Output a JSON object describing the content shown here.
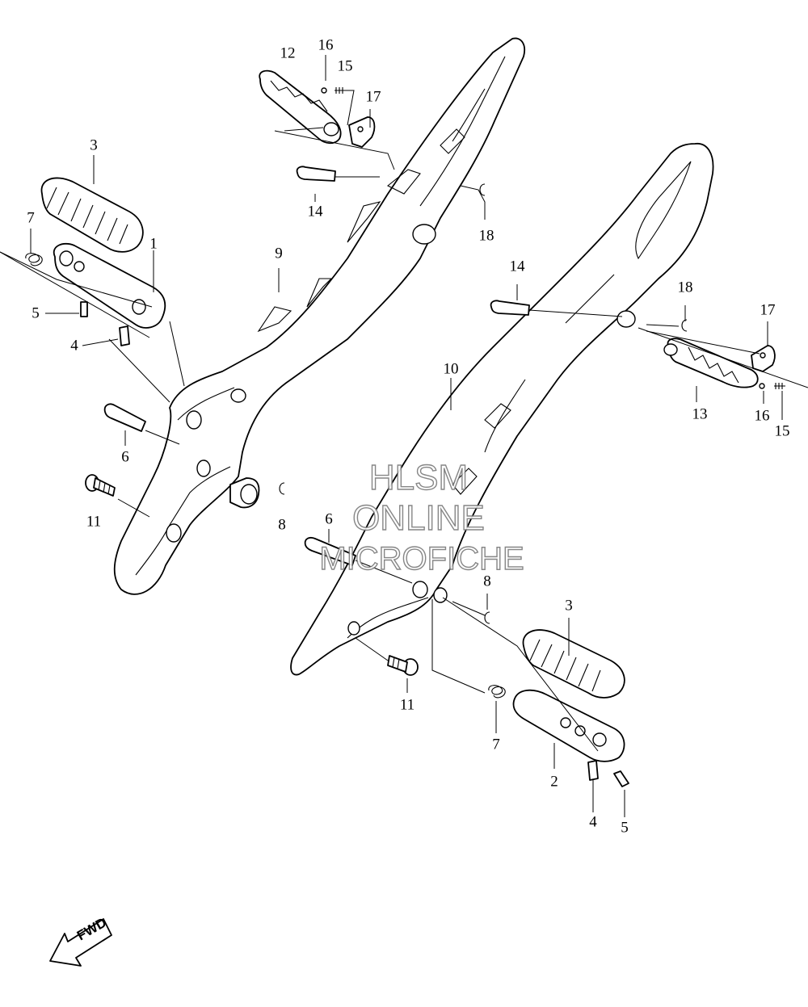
{
  "callouts": [
    {
      "id": "c1",
      "label": "1"
    },
    {
      "id": "c2",
      "label": "2"
    },
    {
      "id": "c3a",
      "label": "3"
    },
    {
      "id": "c3b",
      "label": "3"
    },
    {
      "id": "c4a",
      "label": "4"
    },
    {
      "id": "c4b",
      "label": "4"
    },
    {
      "id": "c5a",
      "label": "5"
    },
    {
      "id": "c5b",
      "label": "5"
    },
    {
      "id": "c6a",
      "label": "6"
    },
    {
      "id": "c6b",
      "label": "6"
    },
    {
      "id": "c7a",
      "label": "7"
    },
    {
      "id": "c7b",
      "label": "7"
    },
    {
      "id": "c8a",
      "label": "8"
    },
    {
      "id": "c8b",
      "label": "8"
    },
    {
      "id": "c9",
      "label": "9"
    },
    {
      "id": "c10",
      "label": "10"
    },
    {
      "id": "c11a",
      "label": "11"
    },
    {
      "id": "c11b",
      "label": "11"
    },
    {
      "id": "c12",
      "label": "12"
    },
    {
      "id": "c13",
      "label": "13"
    },
    {
      "id": "c14a",
      "label": "14"
    },
    {
      "id": "c14b",
      "label": "14"
    },
    {
      "id": "c15a",
      "label": "15"
    },
    {
      "id": "c15b",
      "label": "15"
    },
    {
      "id": "c16a",
      "label": "16"
    },
    {
      "id": "c16b",
      "label": "16"
    },
    {
      "id": "c17a",
      "label": "17"
    },
    {
      "id": "c17b",
      "label": "17"
    },
    {
      "id": "c18a",
      "label": "18"
    },
    {
      "id": "c18b",
      "label": "18"
    }
  ],
  "watermark": {
    "line1": "HLSM",
    "line2": "ONLINE",
    "line3": "MICROFICHE"
  },
  "fwd_label": "FWD"
}
